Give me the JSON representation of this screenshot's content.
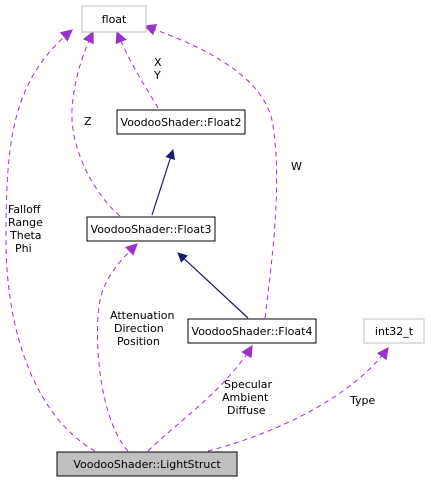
{
  "diagram": {
    "nodes": {
      "float": {
        "label": "float",
        "style": "external"
      },
      "int32": {
        "label": "int32_t",
        "style": "external"
      },
      "float2": {
        "label": "VoodooShader::Float2",
        "style": "class"
      },
      "float3": {
        "label": "VoodooShader::Float3",
        "style": "class"
      },
      "float4": {
        "label": "VoodooShader::Float4",
        "style": "class"
      },
      "light": {
        "label": "VoodooShader::LightStruct",
        "style": "highlighted"
      }
    },
    "edges": {
      "float2_xy": [
        "X",
        "Y"
      ],
      "float3_z": [
        "Z"
      ],
      "float4_w": [
        "W"
      ],
      "light_float": [
        "Falloff",
        "Range",
        "Theta",
        "Phi"
      ],
      "light_float3": [
        "Attenuation",
        "Direction",
        "Position"
      ],
      "light_float4": [
        "Specular",
        "Ambient",
        "Diffuse"
      ],
      "light_int32": [
        "Type"
      ]
    },
    "colors": {
      "inheritance": "#191970",
      "usage": "#9a32cd",
      "external_border": "#bfbfbf",
      "highlight_fill": "#bfbfbf"
    }
  }
}
